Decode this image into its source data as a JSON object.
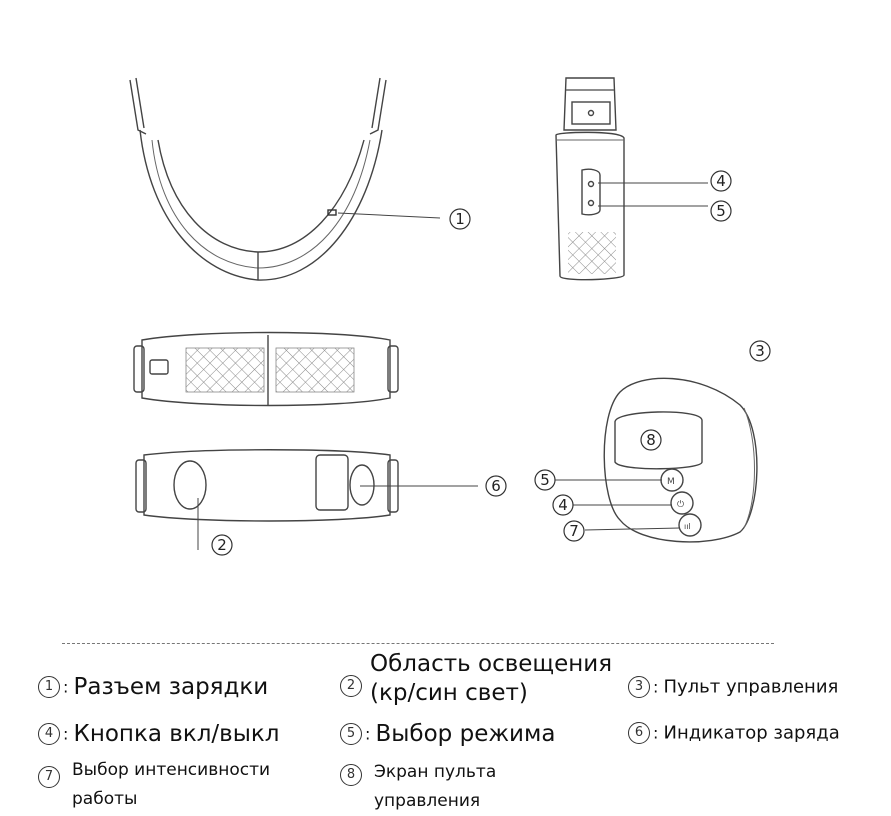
{
  "callouts": {
    "c1": "1",
    "c2": "2",
    "c3": "3",
    "c4": "4",
    "c5": "5",
    "c4b": "4",
    "c5b": "5",
    "c6": "6",
    "c7": "7",
    "c8": "8"
  },
  "legend": [
    {
      "num": "1",
      "text": "Разъем зарядки"
    },
    {
      "num": "2",
      "text": "Область освещения (кр/син свет)"
    },
    {
      "num": "3",
      "text": "Пульт управления"
    },
    {
      "num": "4",
      "text": "Кнопка вкл/выкл"
    },
    {
      "num": "5",
      "text": "Выбор режима"
    },
    {
      "num": "6",
      "text": "Индикатор заряда"
    },
    {
      "num": "7",
      "text": "Выбор интенсивности работы"
    },
    {
      "num": "8",
      "text": "Экран пульта управления"
    }
  ],
  "remote_button_labels": {
    "mode": "M",
    "power": "⏻",
    "level": "ııl"
  },
  "colors": {
    "line": "#444444",
    "mesh": "#888888"
  }
}
